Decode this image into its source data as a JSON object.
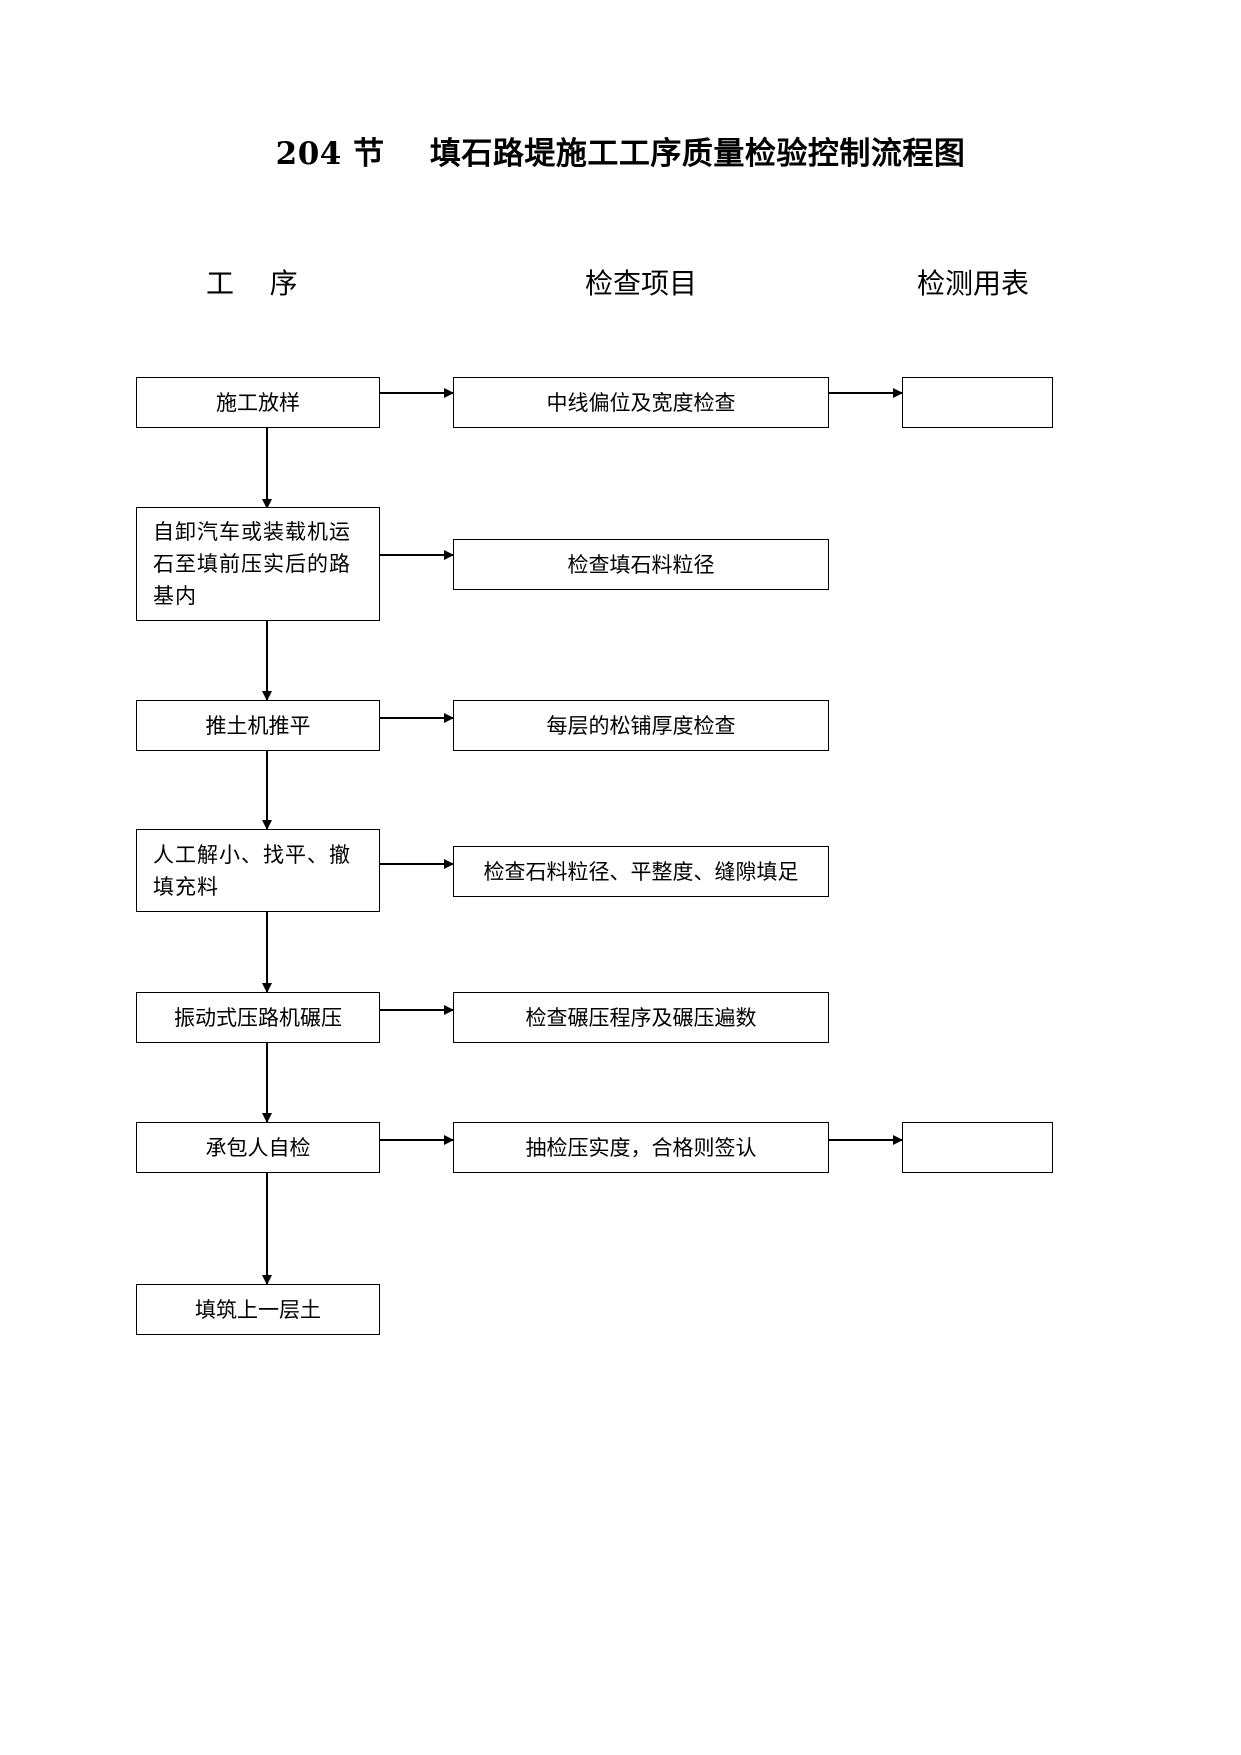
{
  "title": "204 节    填石路堤施工工序质量检验控制流程图",
  "columns": {
    "process": "工    序",
    "check": "检查项目",
    "form": "检测用表"
  },
  "process_steps": [
    "施工放样",
    "自卸汽车或装载机运石至填前压实后的路基内",
    "推土机推平",
    "人工解小、找平、撤填充料",
    "振动式压路机碾压",
    "承包人自检",
    "填筑上一层土"
  ],
  "check_items": [
    "中线偏位及宽度检查",
    "检查填石料粒径",
    "每层的松铺厚度检查",
    "检查石料粒径、平整度、缝隙填足",
    "检查碾压程序及碾压遍数",
    "抽检压实度，合格则签认"
  ],
  "forms": [
    "",
    ""
  ],
  "colors": {
    "line": "#000000",
    "box_border": "#000000",
    "background": "#ffffff"
  }
}
